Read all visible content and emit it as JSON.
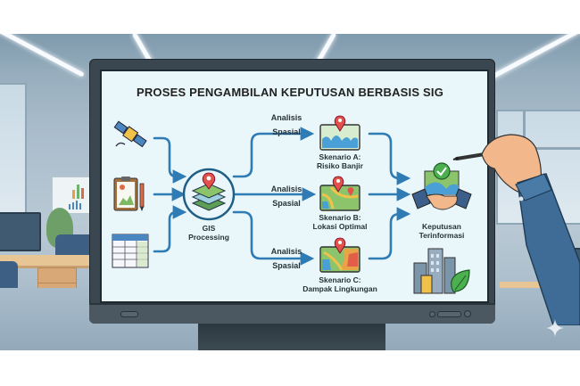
{
  "diagram": {
    "title": "PROSES PENGAMBILAN KEPUTUSAN BERBASIS SIG",
    "inputs": [
      {
        "icon": "satellite-icon",
        "label": ""
      },
      {
        "icon": "clipboard-report-icon",
        "label": ""
      },
      {
        "icon": "data-table-icon",
        "label": ""
      }
    ],
    "center": {
      "icon": "gis-layers-icon",
      "label_line1": "GIS",
      "label_line2": "Processing"
    },
    "branches": [
      {
        "analysis_line1": "Analisis",
        "analysis_line2": "Spasial",
        "scenario_line1": "Skenario A:",
        "scenario_line2": "Risiko Banjir",
        "icon": "flood-map-icon"
      },
      {
        "analysis_line1": "Analisis",
        "analysis_line2": "Spasial",
        "scenario_line1": "Skenario B:",
        "scenario_line2": "Lokasi Optimal",
        "icon": "optimal-location-map-icon"
      },
      {
        "analysis_line1": "Analisis",
        "analysis_line2": "Spasial",
        "scenario_line1": "Skenario C:",
        "scenario_line2": "Dampak Lingkungan",
        "icon": "environmental-impact-map-icon"
      }
    ],
    "output": {
      "icon": "handshake-decision-icon",
      "label_line1": "Keputusan",
      "label_line2": "Terinformasi",
      "footer_icon": "city-leaf-icon"
    },
    "colors": {
      "arrow": "#2f7bb3",
      "screen_bg": "#e9f6fa",
      "bezel": "#3a4750",
      "pin": "#e0524a",
      "map_green": "#8cc46c",
      "water": "#4a9fd6"
    }
  }
}
